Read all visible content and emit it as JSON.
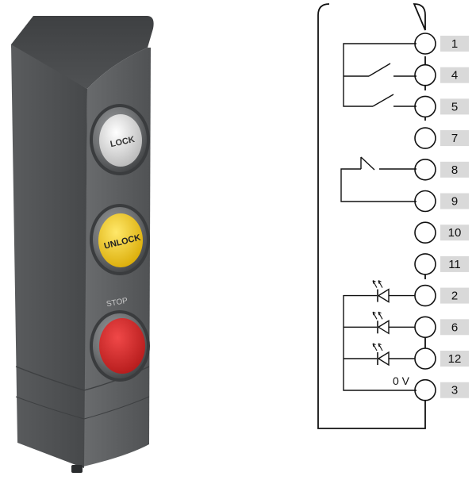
{
  "device": {
    "buttons": [
      {
        "label": "LOCK",
        "color": "#d6d6d6",
        "text_color": "#333333"
      },
      {
        "label": "UNLOCK",
        "color": "#f2cc1c",
        "text_color": "#222222"
      },
      {
        "label": "STOP",
        "color": "#d42a2a"
      }
    ],
    "housing_color": "#4a4c4d"
  },
  "schematic": {
    "terminals": [
      "1",
      "4",
      "5",
      "7",
      "8",
      "9",
      "10",
      "11",
      "2",
      "6",
      "12",
      "3"
    ],
    "voltage_label": "0 V"
  },
  "colors": {
    "terminal_box": "#d9d9d9",
    "line": "#111111"
  }
}
